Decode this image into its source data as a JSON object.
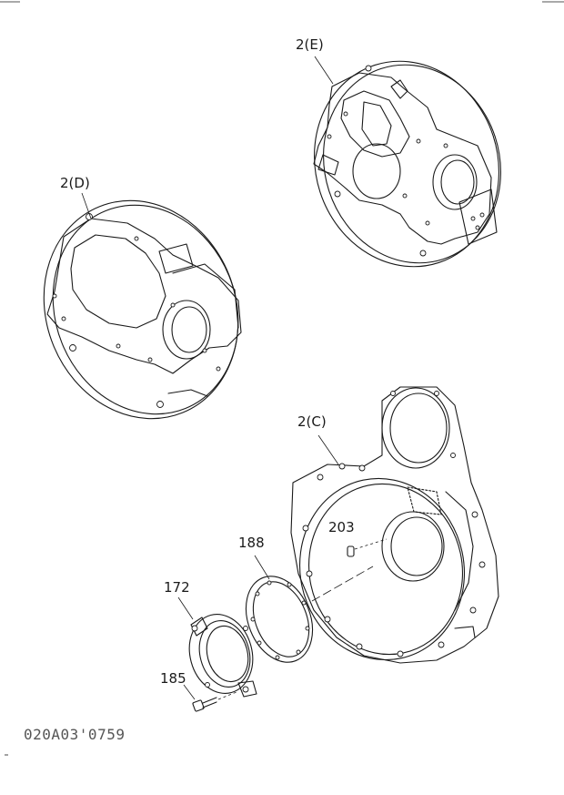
{
  "labels": {
    "part_2e": "2(E)",
    "part_2d": "2(D)",
    "part_2c": "2(C)",
    "part_203": "203",
    "part_188": "188",
    "part_172": "172",
    "part_185": "185"
  },
  "drawing_code": "020A03'0759"
}
